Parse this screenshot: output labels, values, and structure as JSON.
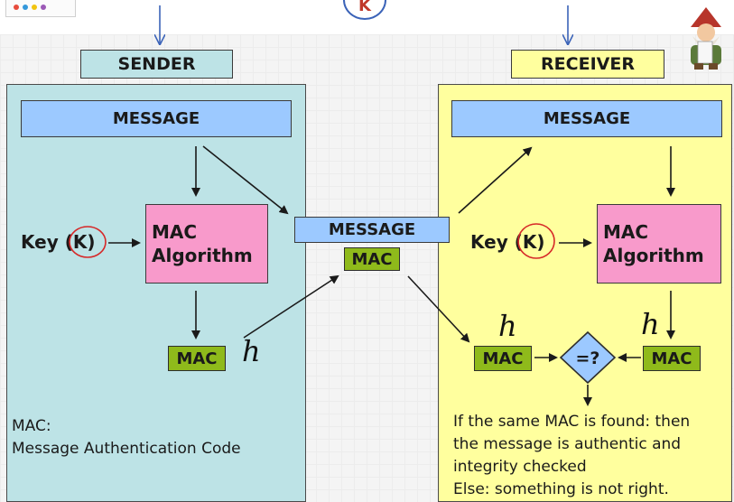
{
  "sender": {
    "title": "SENDER",
    "message": "MESSAGE",
    "key_label": "Key (K)",
    "algorithm_line1": "MAC",
    "algorithm_line2": "Algorithm",
    "mac": "MAC",
    "note_line1": "MAC:",
    "note_line2": "Message Authentication Code",
    "annotation": "h"
  },
  "channel": {
    "message": "MESSAGE",
    "mac": "MAC"
  },
  "receiver": {
    "title": "RECEIVER",
    "message": "MESSAGE",
    "key_label": "Key (K)",
    "algorithm_line1": "MAC",
    "algorithm_line2": "Algorithm",
    "mac_received": "MAC",
    "mac_computed": "MAC",
    "compare": "=?",
    "annotation_left": "h",
    "annotation_right": "h",
    "note_line1": "If the same MAC is found: then",
    "note_line2": "the message is authentic and",
    "note_line3": "integrity checked",
    "note_line4": "Else: something is not right."
  },
  "header": {
    "logo_letter": "K"
  },
  "colors": {
    "sender_bg": "#bde3e6",
    "receiver_bg": "#ffff9e",
    "message_blue": "#9cc9ff",
    "algorithm_pink": "#f89acb",
    "mac_green": "#8fba1b",
    "annotation_red": "#d62828",
    "arrow_blue": "#3b63b8"
  }
}
